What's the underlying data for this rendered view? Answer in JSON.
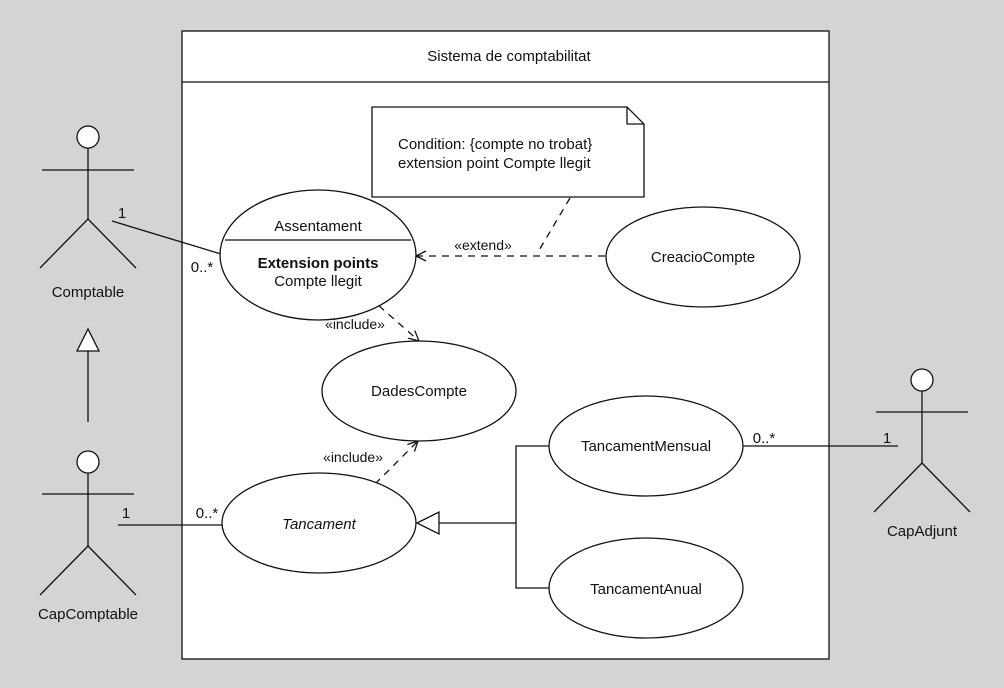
{
  "system": {
    "title": "Sistema de comptabilitat"
  },
  "note": {
    "line1": "Condition: {compte no trobat}",
    "line2": "extension point Compte llegit"
  },
  "use_cases": {
    "assentament": {
      "name": "Assentament",
      "section_title": "Extension points",
      "extension_point": "Compte llegit"
    },
    "creacio_compte": "CreacioCompte",
    "dades_compte": "DadesCompte",
    "tancament": "Tancament",
    "tancament_mensual": "TancamentMensual",
    "tancament_anual": "TancamentAnual"
  },
  "actors": {
    "comptable": "Comptable",
    "cap_comptable": "CapComptable",
    "cap_adjunt": "CapAdjunt"
  },
  "relations": {
    "extend": "«extend»",
    "include_1": "«include»",
    "include_2": "«include»"
  },
  "multiplicities": {
    "comptable_actor": "1",
    "comptable_usecase": "0..*",
    "capcomptable_actor": "1",
    "capcomptable_usecase": "0..*",
    "capadjunt_actor": "1",
    "capadjunt_usecase": "0..*"
  }
}
